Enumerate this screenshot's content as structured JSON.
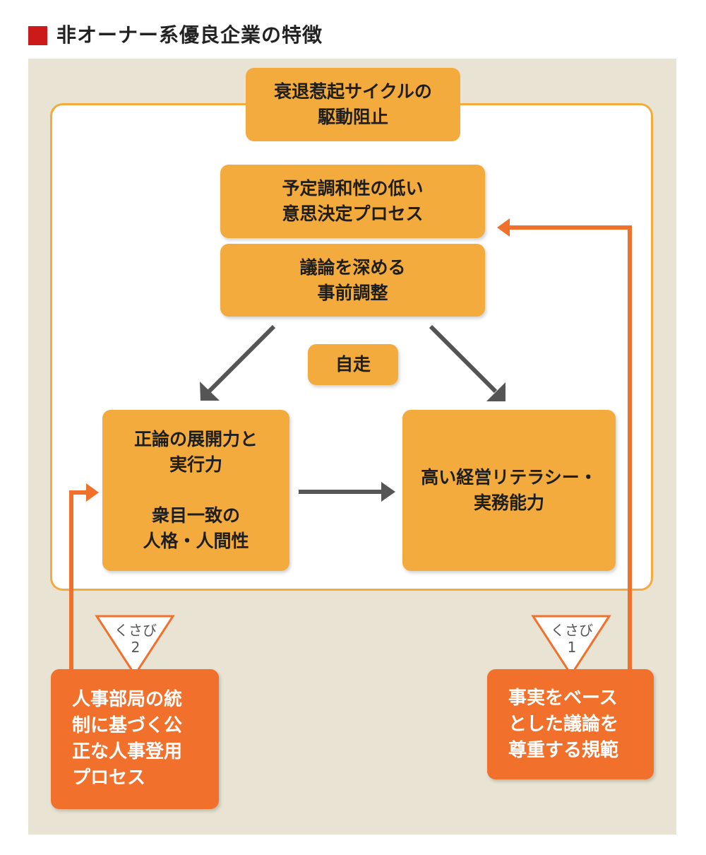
{
  "title": "非オーナー系優良企業の特徴",
  "nodes": {
    "top": "衰退惹起サイクルの\n駆動阻止",
    "process1": "予定調和性の低い\n意思決定プロセス",
    "process2": "議論を深める\n事前調整",
    "self_running": "自走",
    "left": "正論の展開力と\n実行力\n\n衆目一致の\n人格・人間性",
    "right": "高い経営リテラシー・\n実務能力",
    "wedge2_box": "人事部局の統\n制に基づく公\n正な人事登用\nプロセス",
    "wedge1_box": "事実をベース\nとした議論を\n尊重する規範"
  },
  "wedges": {
    "wedge2": "くさび\n2",
    "wedge1": "くさび\n1"
  },
  "colors": {
    "box_orange": "#f2ab3c",
    "box_red": "#f0702c",
    "arrow_gray": "#555555",
    "arrow_red": "#f0702c",
    "title_marker": "#cc1a1a",
    "panel_bg": "#e8e3d3"
  }
}
